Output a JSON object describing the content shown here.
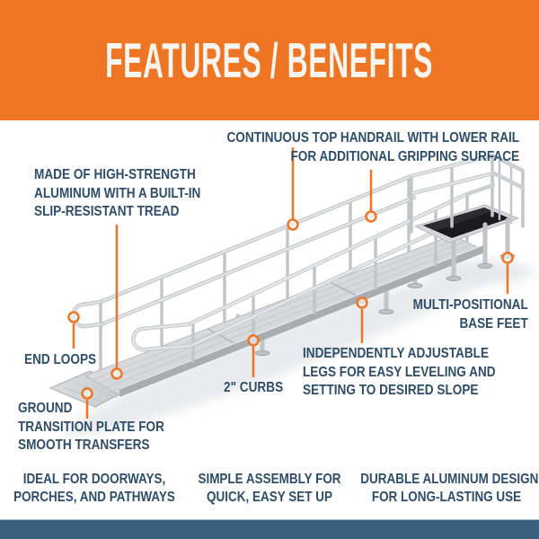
{
  "header": {
    "title": "FEATURES / BENEFITS",
    "background_color": "#EE7524",
    "text_color": "#F8F4EE"
  },
  "colors": {
    "accent_orange": "#EE7524",
    "label_navy": "#2E4D6B",
    "footer_bar_blue": "#3A5F7D",
    "aluminum_gray": "#CDD0D3",
    "platform_surface_black": "#1B1B1D"
  },
  "callouts": {
    "continuous_handrail": {
      "lines": [
        "CONTINUOUS TOP HANDRAIL WITH LOWER RAIL",
        "FOR ADDITIONAL GRIPPING SURFACE"
      ]
    },
    "slip_resistant_tread": {
      "lines": [
        "MADE OF HIGH-STRENGTH",
        "ALUMINUM WITH A BUILT-IN",
        "SLIP-RESISTANT TREAD"
      ]
    },
    "multi_positional_feet": {
      "lines": [
        "MULTI-POSITIONAL",
        "BASE FEET"
      ]
    },
    "end_loops": {
      "lines": [
        "END LOOPS"
      ]
    },
    "curbs": {
      "lines": [
        "2\" CURBS"
      ]
    },
    "adjustable_legs": {
      "lines": [
        "INDEPENDENTLY ADJUSTABLE",
        "LEGS FOR EASY LEVELING AND",
        "SETTING TO DESIRED SLOPE"
      ]
    },
    "ground_transition": {
      "lines": [
        "GROUND",
        "TRANSITION PLATE FOR",
        "SMOOTH TRANSFERS"
      ]
    }
  },
  "benefits": [
    {
      "lines": [
        "IDEAL FOR DOORWAYS,",
        "PORCHES, AND PATHWAYS"
      ]
    },
    {
      "lines": [
        "SIMPLE ASSEMBLY FOR",
        "QUICK, EASY SET UP"
      ]
    },
    {
      "lines": [
        "DURABLE ALUMINUM DESIGN",
        "FOR LONG-LASTING USE"
      ]
    }
  ],
  "illustration": {
    "subject": "modular aluminum wheelchair ramp with handrails and top platform"
  }
}
